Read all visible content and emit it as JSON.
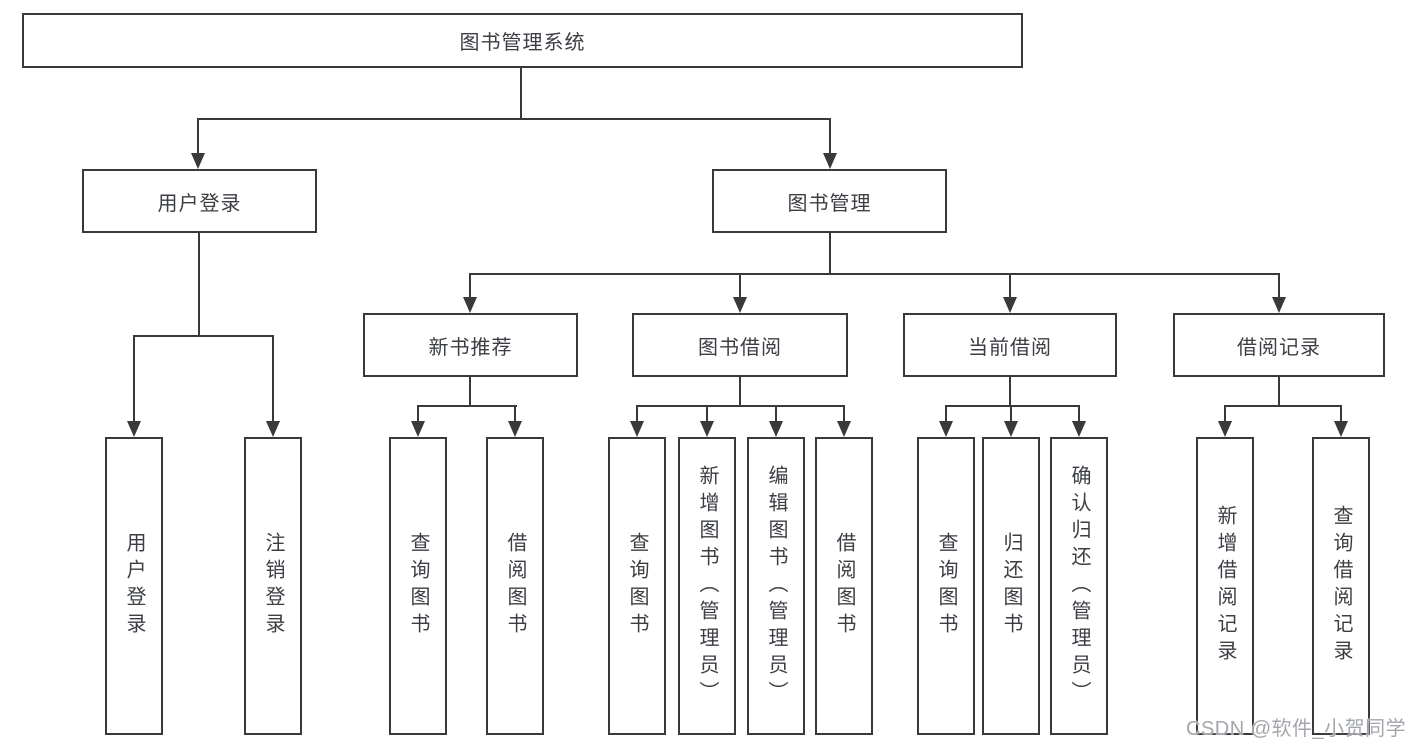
{
  "tree": {
    "root": {
      "label": "图书管理系统",
      "children": [
        {
          "label": "用户登录",
          "children": [
            {
              "label": "用户登录"
            },
            {
              "label": "注销登录"
            }
          ]
        },
        {
          "label": "图书管理",
          "children": [
            {
              "label": "新书推荐",
              "children": [
                {
                  "label": "查询图书"
                },
                {
                  "label": "借阅图书"
                }
              ]
            },
            {
              "label": "图书借阅",
              "children": [
                {
                  "label": "查询图书"
                },
                {
                  "label": "新增图书（管理员）"
                },
                {
                  "label": "编辑图书（管理员）"
                },
                {
                  "label": "借阅图书"
                }
              ]
            },
            {
              "label": "当前借阅",
              "children": [
                {
                  "label": "查询图书"
                },
                {
                  "label": "归还图书"
                },
                {
                  "label": "确认归还（管理员）"
                }
              ]
            },
            {
              "label": "借阅记录",
              "children": [
                {
                  "label": "新增借阅记录"
                },
                {
                  "label": "查询借阅记录"
                }
              ]
            }
          ]
        }
      ]
    }
  },
  "watermark": {
    "text": "CSDN @软件_小贺同学"
  },
  "colors": {
    "line": "#37393b",
    "text": "#3b3e43",
    "background": "#ffffff",
    "watermark": "#9ea2a8"
  }
}
